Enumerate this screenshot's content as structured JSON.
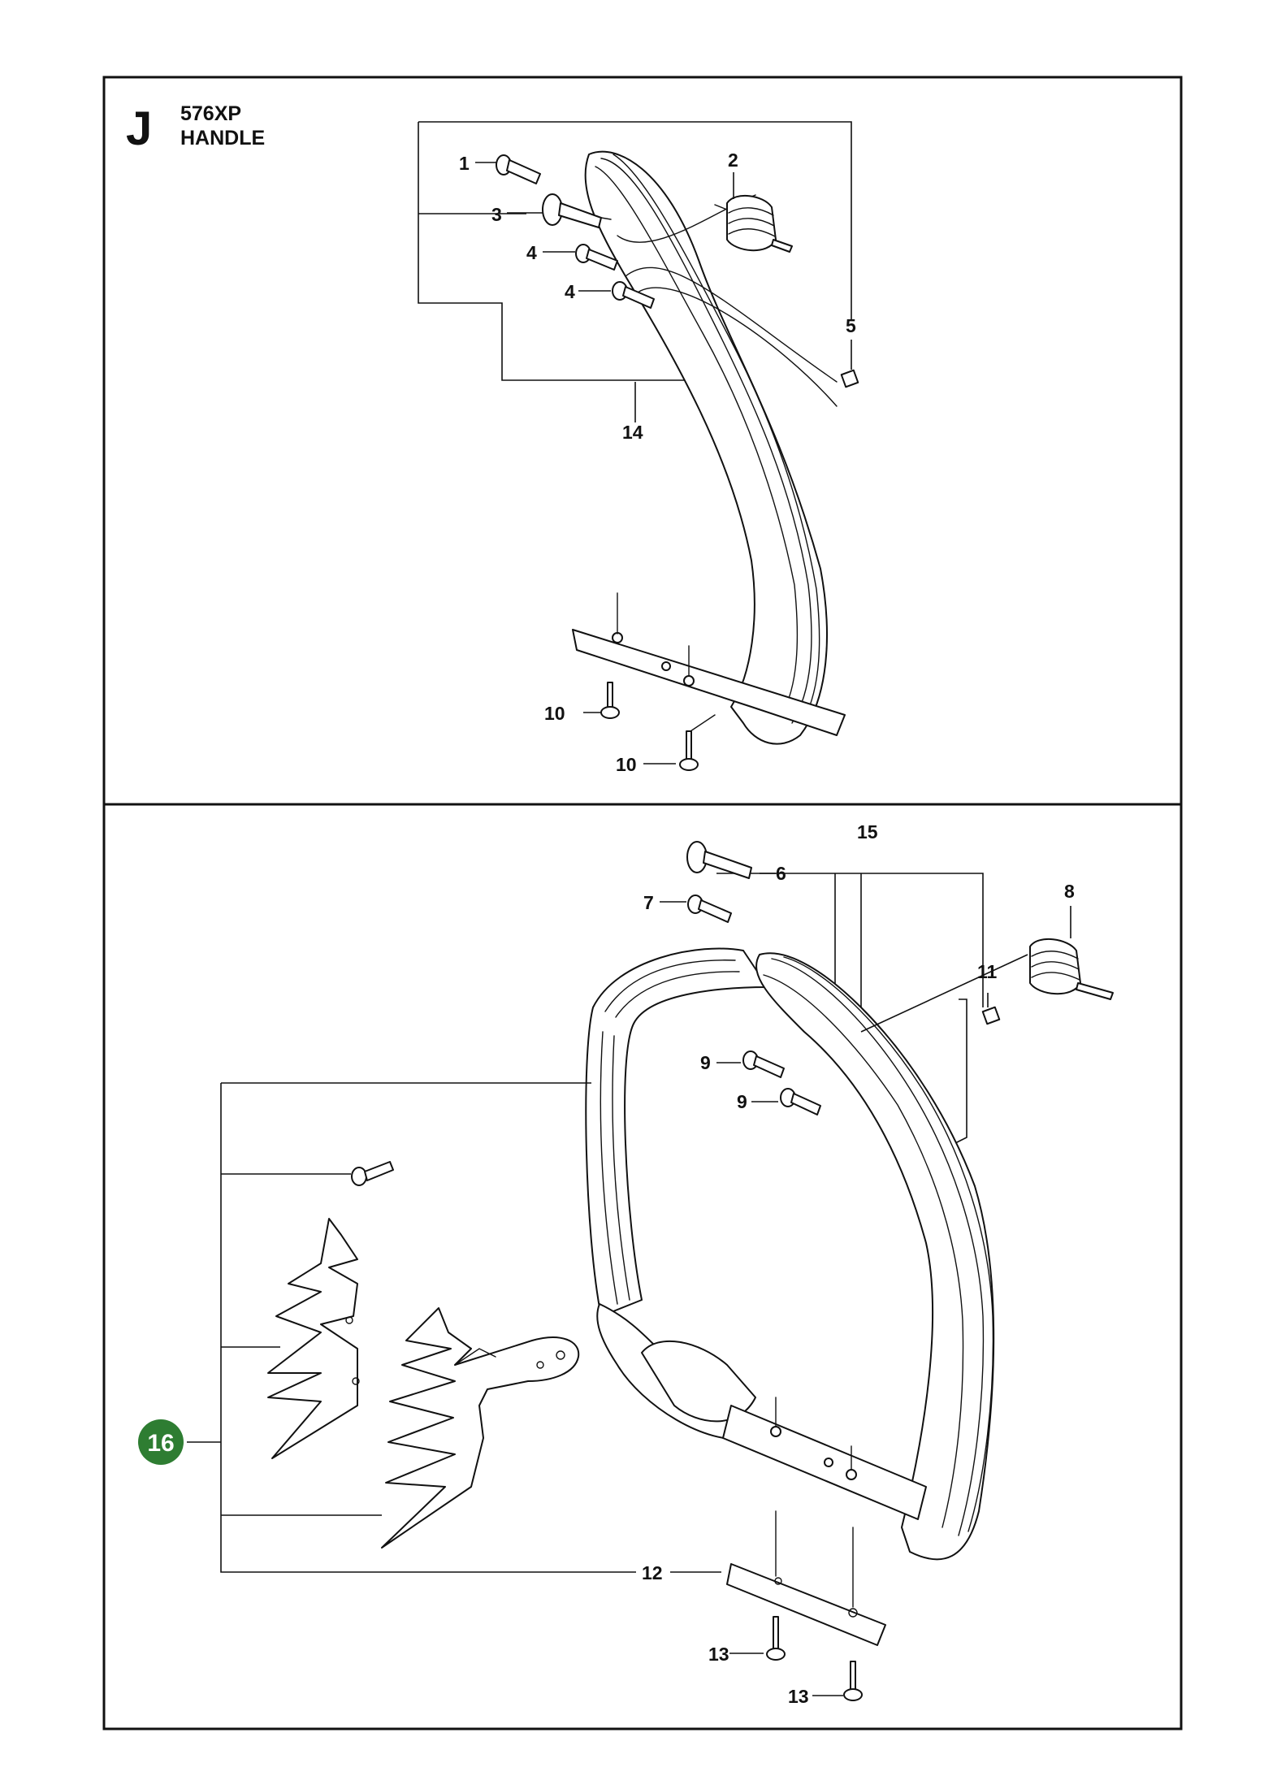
{
  "header": {
    "section_letter": "J",
    "model": "576XP",
    "title": "HANDLE"
  },
  "highlight_color": "#2e7d32",
  "callouts": {
    "top": [
      "1",
      "2",
      "3",
      "4",
      "4",
      "5",
      "14",
      "10",
      "10"
    ],
    "bottom": [
      "15",
      "6",
      "7",
      "8",
      "11",
      "9",
      "9",
      "16",
      "12",
      "13",
      "13"
    ]
  }
}
